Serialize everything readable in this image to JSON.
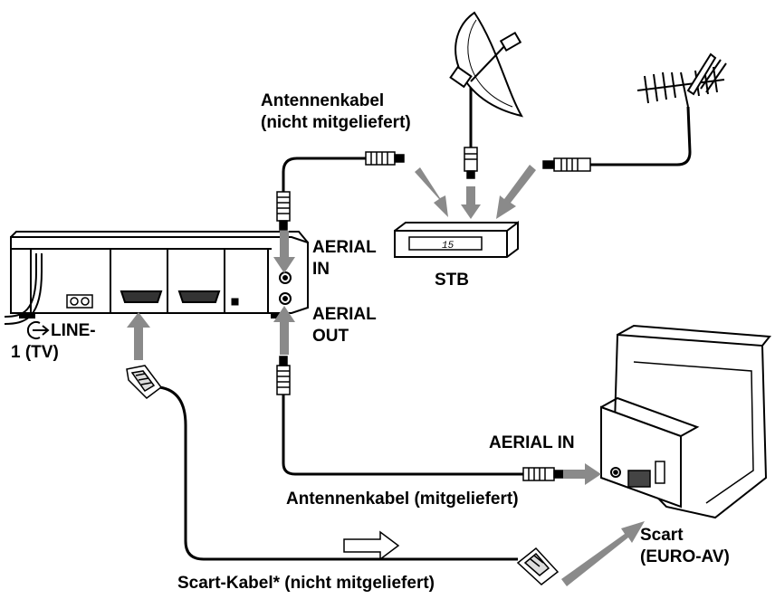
{
  "labels": {
    "antenna_cable_top": [
      "Antennenkabel",
      "(nicht mitgeliefert)"
    ],
    "aerial_in": [
      "AERIAL",
      "IN"
    ],
    "aerial_out": [
      "AERIAL",
      "OUT"
    ],
    "line1": [
      "LINE-",
      "1 (TV)"
    ],
    "stb": "STB",
    "stb_display": "15",
    "tv_aerial_in": "AERIAL IN",
    "antenna_cable_supplied": "Antennenkabel (mitgeliefert)",
    "scart": [
      "Scart",
      "(EURO-AV)"
    ],
    "scart_cable": "Scart-Kabel* (nicht mitgeliefert)"
  },
  "icons": [
    "vcr-rear-panel",
    "set-top-box",
    "satellite-dish",
    "terrestrial-antenna",
    "tv-rear",
    "scart-plug",
    "aerial-plug",
    "signal-flow-arrow",
    "line-input-icon"
  ],
  "colors": {
    "line": "#000000",
    "arrow": "#8a8a8a",
    "background": "#ffffff"
  }
}
